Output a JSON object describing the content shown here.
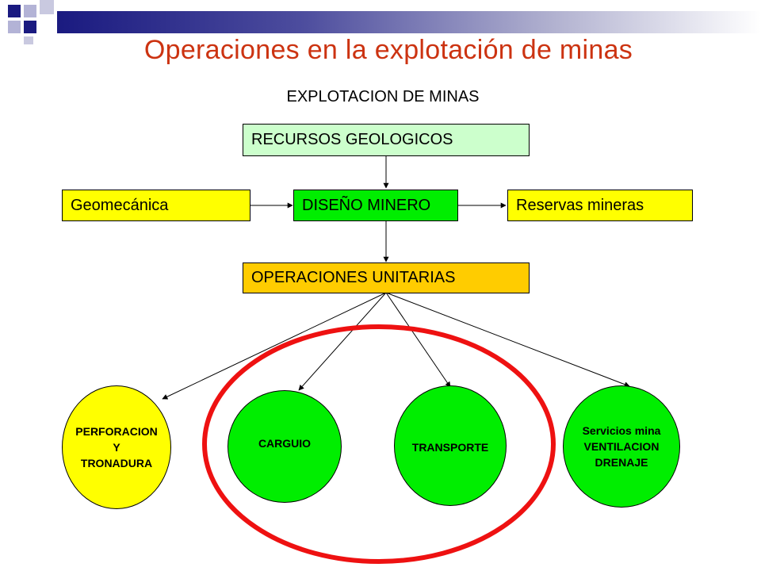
{
  "slide": {
    "title": "Operaciones en la explotación de minas",
    "subtitle": "EXPLOTACION DE MINAS"
  },
  "boxes": {
    "recursos": "RECURSOS GEOLOGICOS",
    "geomecanica": "Geomecánica",
    "diseno": "DISEÑO MINERO",
    "reservas": "Reservas mineras",
    "operaciones": "OPERACIONES UNITARIAS"
  },
  "circles": {
    "perforacion": [
      "PERFORACION",
      "Y",
      "TRONADURA"
    ],
    "carguio": [
      "CARGUIO"
    ],
    "transporte": [
      "TRANSPORTE"
    ],
    "servicios": [
      "Servicios mina",
      "VENTILACION",
      "DRENAJE"
    ]
  },
  "colors": {
    "title": "#cc3311",
    "recursos_fill": "#ccffcc",
    "yellow": "#ffff00",
    "green": "#00ee00",
    "orange": "#ffcc00",
    "highlight_ring": "#ee1111",
    "header_navy": "#1a1a80"
  }
}
